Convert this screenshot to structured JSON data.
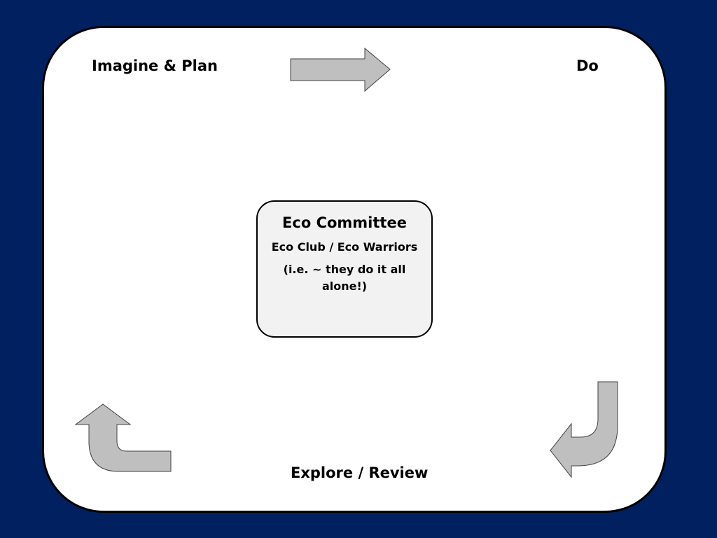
{
  "cycle": {
    "stage_top_left": "Imagine & Plan",
    "stage_top_right": "Do",
    "stage_bottom": "Explore / Review"
  },
  "center": {
    "title": "Eco Committee",
    "subtitle": "Eco Club / Eco Warriors",
    "note": "(i.e. ~ they do it all alone!)"
  },
  "colors": {
    "background": "#002060",
    "panel": "#ffffff",
    "center_box": "#f2f2f2",
    "arrow_fill": "#bfbfbf",
    "arrow_stroke": "#404040"
  }
}
